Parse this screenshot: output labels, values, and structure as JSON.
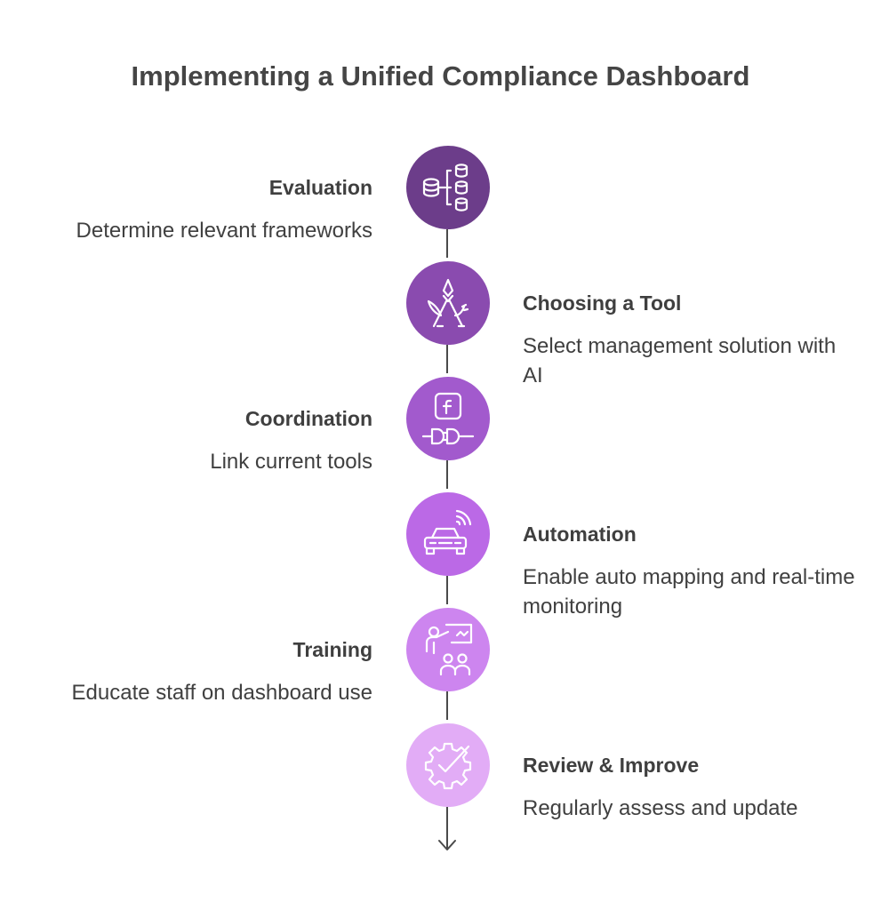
{
  "title": "Implementing a Unified Compliance Dashboard",
  "steps": [
    {
      "heading": "Evaluation",
      "description": "Determine relevant frameworks",
      "icon": "database-network-icon",
      "color": "#6c3d8a",
      "side": "left"
    },
    {
      "heading": "Choosing a Tool",
      "description": "Select management solution with AI",
      "icon": "multitool-icon",
      "color": "#8a4baf",
      "side": "right"
    },
    {
      "heading": "Coordination",
      "description": "Link current tools",
      "icon": "plug-connection-icon",
      "color": "#a25acd",
      "side": "left"
    },
    {
      "heading": "Automation",
      "description": "Enable auto mapping and real-time monitoring",
      "icon": "connected-car-icon",
      "color": "#bb69e6",
      "side": "right"
    },
    {
      "heading": "Training",
      "description": "Educate staff on dashboard use",
      "icon": "presenter-audience-icon",
      "color": "#cd85ef",
      "side": "left"
    },
    {
      "heading": "Review & Improve",
      "description": "Regularly assess and update",
      "icon": "gear-check-icon",
      "color": "#e2acf6",
      "side": "right"
    }
  ]
}
